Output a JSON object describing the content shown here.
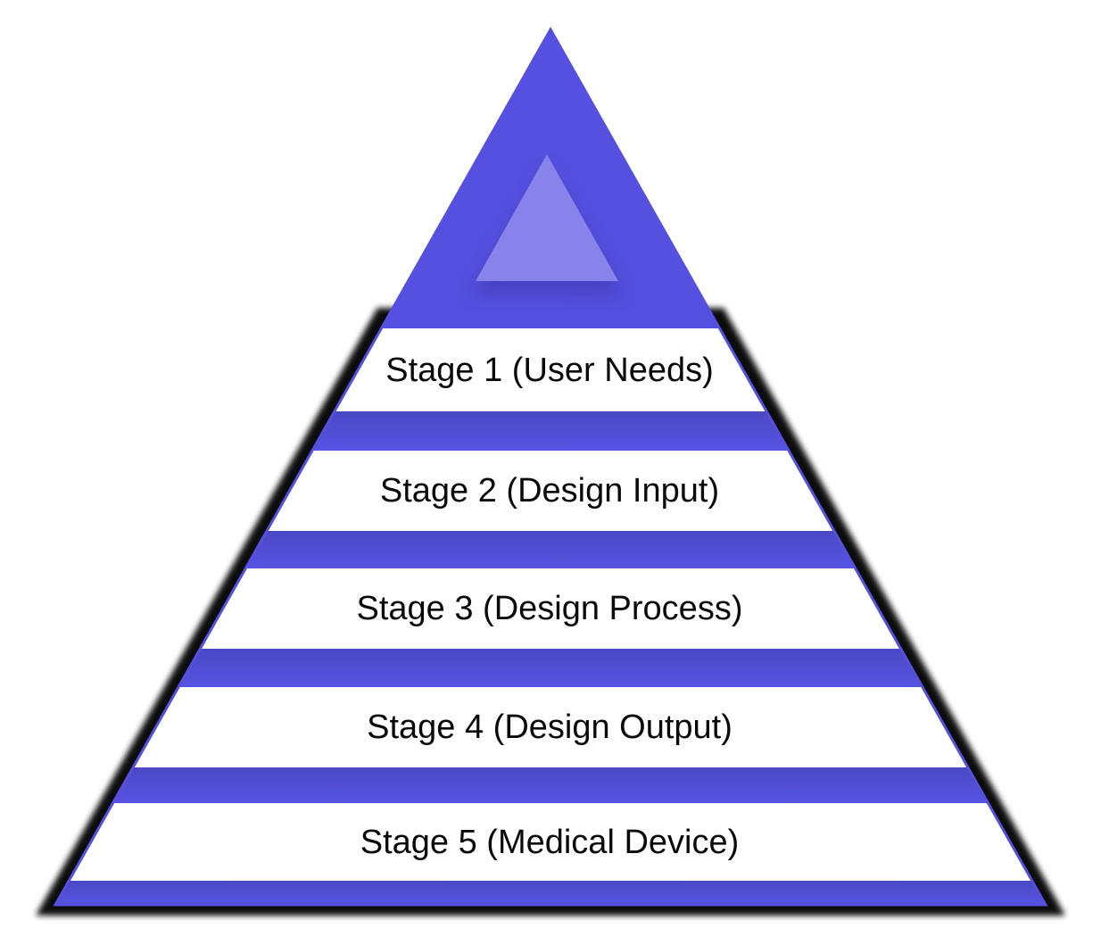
{
  "diagram": {
    "type": "pyramid",
    "stages": [
      {
        "label": "Stage 1 (User Needs)"
      },
      {
        "label": "Stage 2 (Design Input)"
      },
      {
        "label": "Stage 3 (Design Process)"
      },
      {
        "label": "Stage 4 (Design Output)"
      },
      {
        "label": "Stage 5 (Medical Device)"
      }
    ],
    "colors": {
      "pyramid": "#5550DF",
      "separator_top": "#4B48C4",
      "separator_bottom": "#5754E4",
      "inner_triangle": "#8783EA",
      "inner_triangle_shadow": "#3A36A8",
      "band": "#FFFFFF",
      "text": "#0A0A0A",
      "shadow": "#000000",
      "background": "#FFFFFF"
    }
  }
}
